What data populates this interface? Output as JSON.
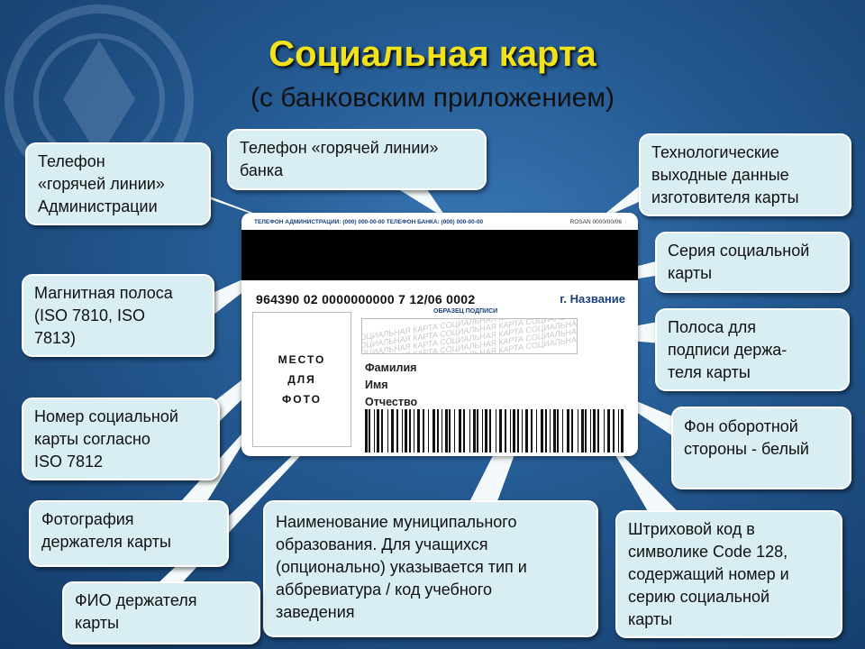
{
  "title": "Социальная карта",
  "subtitle": "(с банковским приложением)",
  "card": {
    "top_line": "ТЕЛЕФОН АДМИНИСТРАЦИИ: (000) 000-00-00 ТЕЛЕФОН БАНКА: (000) 000-00-00",
    "manufacturer": "ROSAN 0000/00/06",
    "number": "964390 02 0000000000 7   12/06 0002",
    "municipality": "г. Название",
    "sample_signature": "ОБРАЗЕЦ ПОДПИСИ",
    "photo_lines": [
      "МЕСТО",
      "ДЛЯ",
      "ФОТО"
    ],
    "signature_pattern": "СОЦИАЛЬНАЯ КАРТА СОЦИАЛЬНАЯ КАРТА СОЦИАЛЬНАЯ КАРТА",
    "surname": "Фамилия",
    "name": "Имя",
    "patronymic": "Отчество"
  },
  "callouts": {
    "admin_phone": [
      "Телефон",
      "«горячей линии»",
      "Администрации"
    ],
    "bank_phone": [
      "Телефон «горячей линии»",
      "банка"
    ],
    "tech_data": [
      "Технологические",
      "выходные данные",
      "изготовителя карты"
    ],
    "series": [
      "Серия социальной",
      "карты"
    ],
    "magstripe": [
      "Магнитная полоса",
      "(ISO 7810, ISO",
      "7813)"
    ],
    "signature_strip": [
      "Полоса для",
      "подписи держа-",
      "теля карты"
    ],
    "card_number": [
      "Номер социальной",
      "карты согласно",
      "ISO 7812"
    ],
    "background": [
      "Фон оборотной",
      "стороны - белый"
    ],
    "photo": [
      "Фотография",
      "держателя карты"
    ],
    "municipality": [
      "Наименование муниципального",
      "образования. Для учащихся",
      "(опционально) указывается тип и",
      "аббревиатура / код учебного",
      "заведения"
    ],
    "barcode": [
      "Штриховой код в",
      "символике Code 128,",
      "содержащий номер и",
      "серию социальной",
      "карты"
    ],
    "holder_name": [
      "ФИО держателя",
      "карты"
    ]
  },
  "colors": {
    "title": "#f2e21a",
    "callout_fill": "#d8eef2",
    "background": "#1d4a82"
  }
}
